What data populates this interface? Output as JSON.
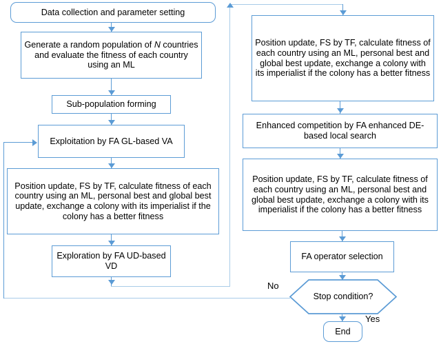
{
  "diagram": {
    "title": "Hybrid metaheuristic algorithm flowchart",
    "colors": {
      "node_border": "#5B9BD5",
      "connector": "#5B9BD5",
      "connector_faint": "#A8CBE8",
      "node_fill": "#FFFFFF",
      "text": "#000000"
    },
    "nodes": {
      "data_collection": "Data collection and parameter setting",
      "generate_population_pre": "Generate a random population of ",
      "generate_population_var": "N",
      "generate_population_post": " countries and evaluate the fitness of each country using an ML",
      "generate_population_full": "Generate a random population of N countries and evaluate the fitness of each country using an ML",
      "sub_population_forming": "Sub-population forming",
      "exploitation_ga": "Exploitation by FA GL-based VA",
      "position_update_left": "Position update, FS by TF, calculate fitness of each country using an ML, personal best and global best update, exchange a colony with its imperialist if the colony has a better fitness",
      "exploration_ud": "Exploration by FA UD-based VD",
      "position_update_right_top": "Position update, FS by TF, calculate fitness of each country using an ML, personal best and global best update, exchange a colony with its imperialist if the colony has a better fitness",
      "enhanced_competition": "Enhanced competition by FA enhanced DE-based local search",
      "position_update_right_bottom": "Position update, FS by TF, calculate fitness of each country using an ML, personal best and global best update, exchange a colony with its imperialist if the colony has a better fitness",
      "fa_operator_selection": "FA operator selection",
      "stop_condition": "Stop condition?",
      "end": "End"
    },
    "edge_labels": {
      "no": "No",
      "yes": "Yes"
    }
  }
}
